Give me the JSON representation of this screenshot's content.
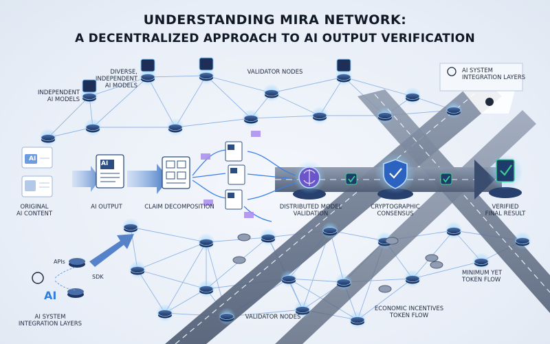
{
  "title": {
    "line1": "UNDERSTANDING MIRA NETWORK:",
    "line2": "A DECENTRALIZED APPROACH TO AI OUTPUT VERIFICATION"
  },
  "labels": {
    "diverse_models": [
      "DIVERSE, INDEPENDENT",
      "AI MODELS"
    ],
    "independent_models": [
      "INDEPENDENT",
      "AI MODELS"
    ],
    "validator_nodes_top": "VALIDATOR NODES",
    "integration_top": [
      "AI SYSTEM",
      "INTEGRATION LAYERS"
    ],
    "original_content": [
      "ORIGINAL",
      "AI CONTENT"
    ],
    "ai_output": "AI OUTPUT",
    "claim_decomposition": "CLAIM DECOMPOSITION",
    "distributed_validation": [
      "DISTRIBUTED MODEL",
      "VALIDATION"
    ],
    "consensus": [
      "CRYPTOGRAPHIC",
      "CONSENSUS"
    ],
    "verified_result": [
      "VERIFIED",
      "FINAL RESULT"
    ],
    "token_flow_right": [
      "MINIMUM YET",
      "TOKEN FLOW"
    ],
    "economic_incentives": [
      "ECONOMIC INCENTIVES",
      "TOKEN FLOW"
    ],
    "validator_nodes_bottom": "VALIDATOR NODES",
    "integration_bottom": [
      "AI SYSTEM",
      "INTEGRATION LAYERS"
    ]
  },
  "badges": {
    "ai": "AI",
    "ai_input": "AI",
    "apis": "APIs",
    "sdk": "SDK",
    "ai_logo": "AI"
  },
  "colors": {
    "accent": "#2f7fe0",
    "glow": "#7ec8ff",
    "highway": "#5b6880",
    "check": "#3ccf8f",
    "purple_card": "#a88bf0"
  },
  "icons": [
    "brain-icon",
    "shield-check-icon",
    "document-icon",
    "check-icon",
    "openai-logo-icon",
    "github-icon",
    "token-coin-icon",
    "network-node-icon"
  ]
}
